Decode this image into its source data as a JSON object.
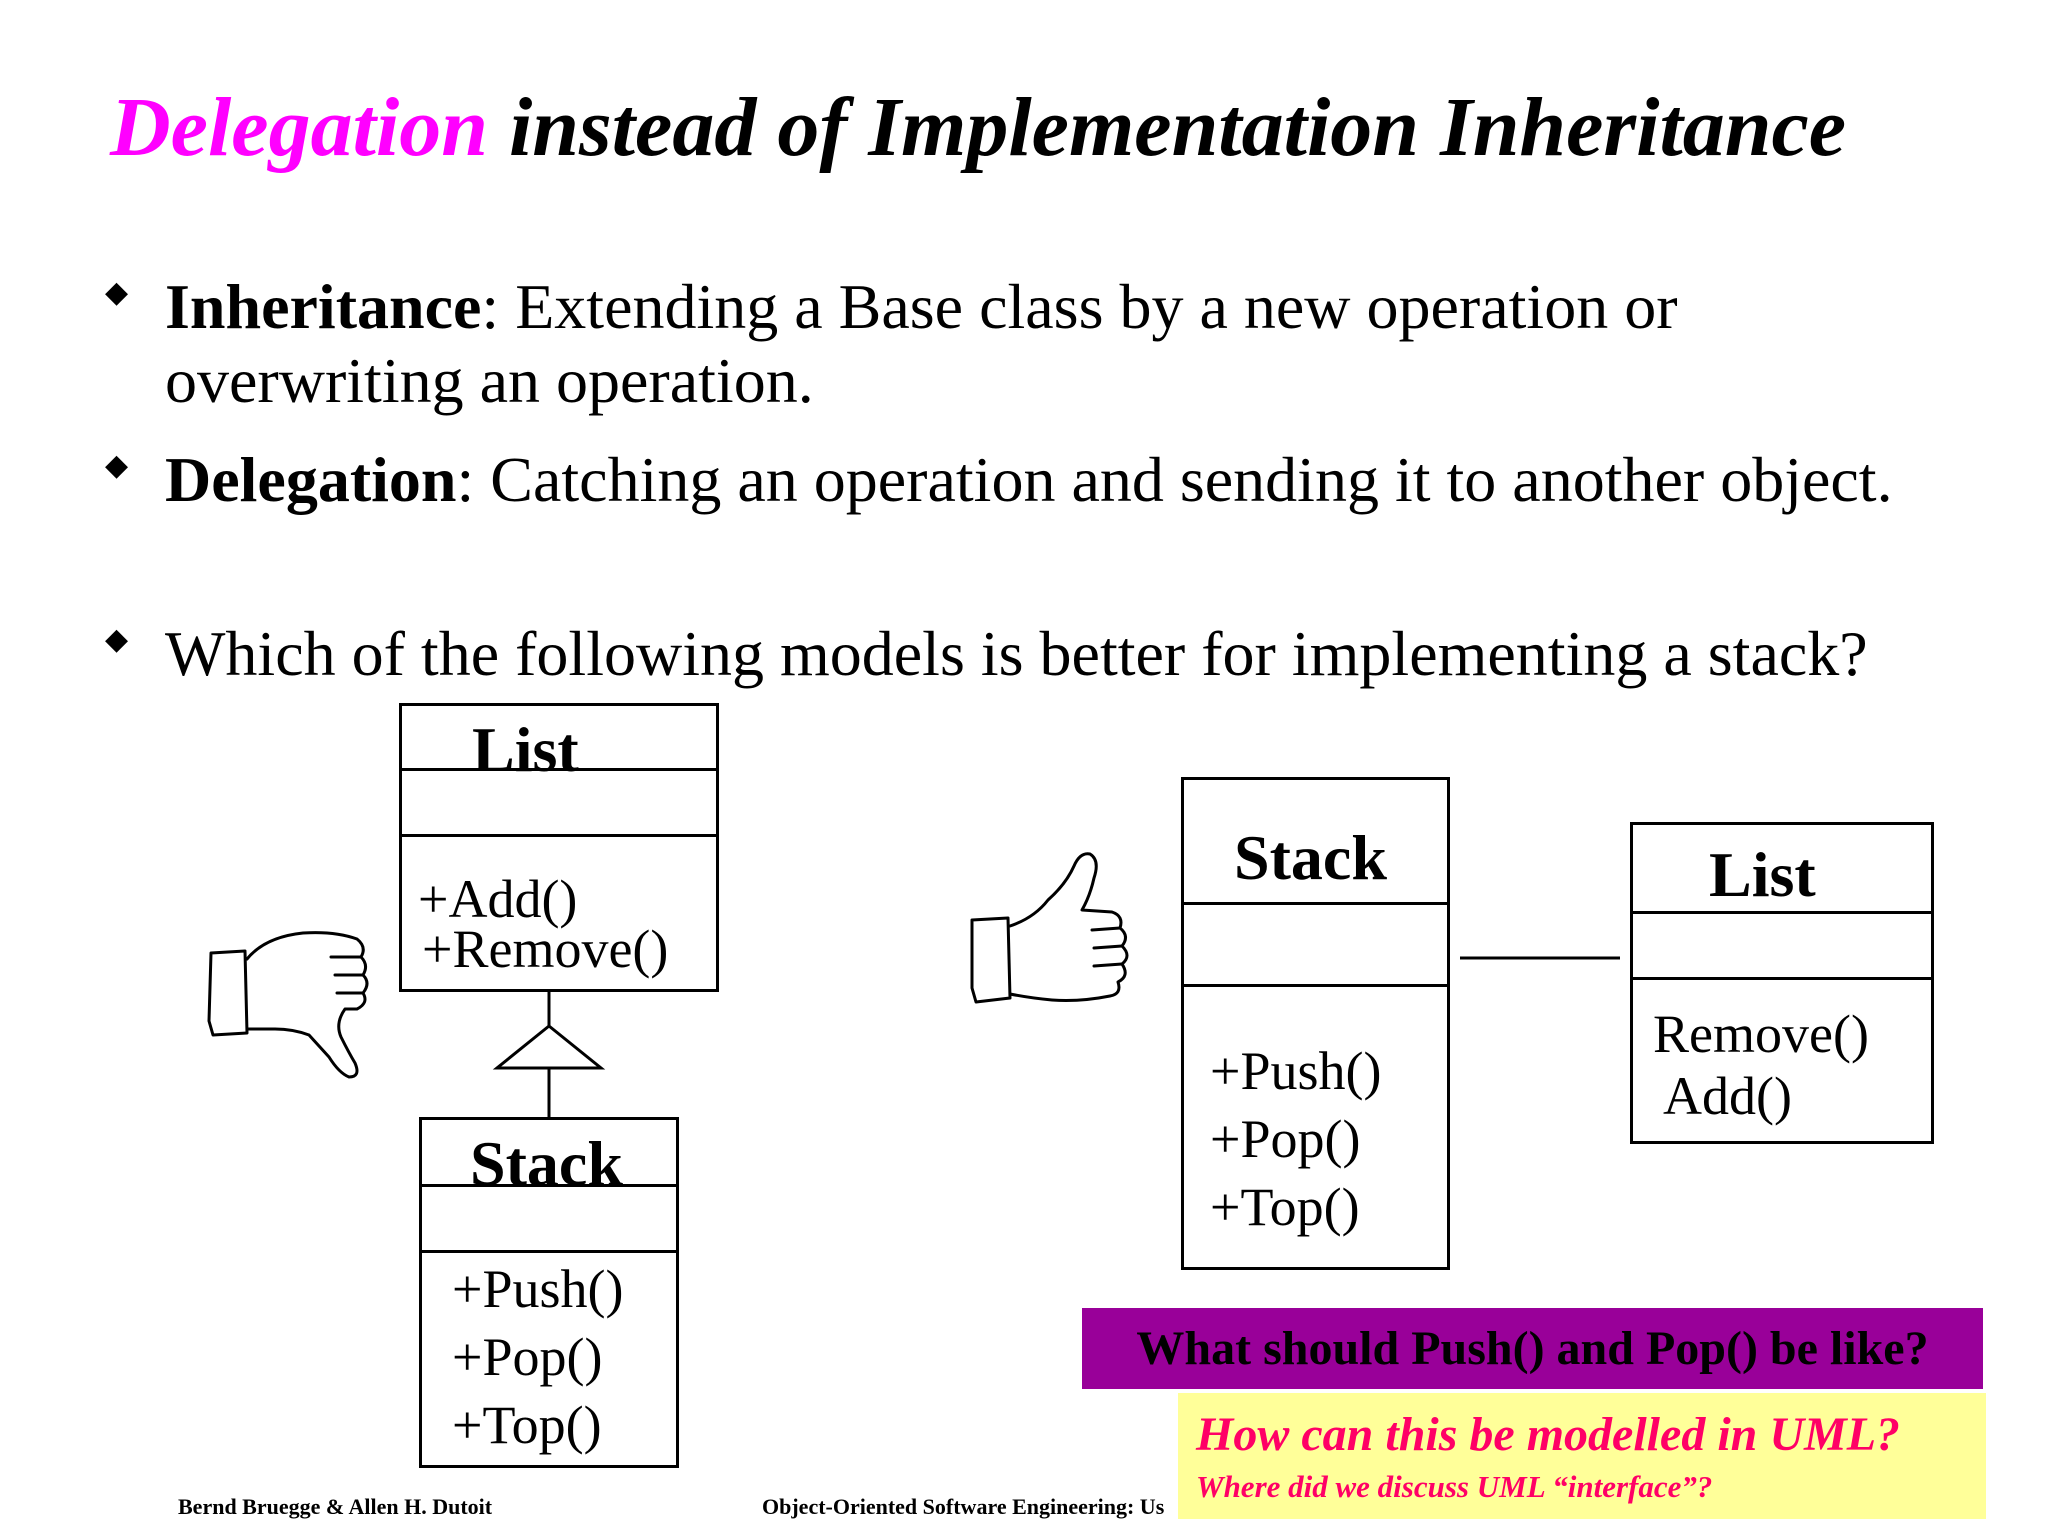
{
  "title": {
    "highlight": "Delegation",
    "rest": "instead of Implementation Inheritance"
  },
  "bullets": [
    {
      "term": "Inheritance",
      "text": ": Extending a Base class by a new operation or overwriting an operation."
    },
    {
      "term": "Delegation",
      "text": ": Catching an operation and sending it to another object."
    },
    {
      "term": "",
      "text": "Which of the following models is better for implementing a stack?"
    }
  ],
  "left_model": {
    "base_class": {
      "name": "List",
      "operations": [
        "+Add()",
        "+Remove()"
      ]
    },
    "sub_class": {
      "name": "Stack",
      "operations": [
        "+Push()",
        "+Pop()",
        "+Top()"
      ]
    }
  },
  "right_model": {
    "class_a": {
      "name": "Stack",
      "operations": [
        "+Push()",
        "+Pop()",
        "+Top()"
      ]
    },
    "class_b": {
      "name": "List",
      "operations": [
        "Remove()",
        "Add()"
      ]
    }
  },
  "icons": {
    "left": "thumbs-down-icon",
    "right": "thumbs-up-icon"
  },
  "callouts": {
    "question_1": "What should Push() and Pop() be like?",
    "question_2": "How can this be modelled in UML?",
    "question_3": "Where did we discuss UML “interface”?"
  },
  "footer": {
    "authors": "Bernd Bruegge & Allen H. Dutoit",
    "book": "Object-Oriented Software Engineering: Us"
  },
  "colors": {
    "title_highlight": "#ff00ff",
    "callout_1_bg": "#990099",
    "callout_2_bg": "#ffff99",
    "callout_2_text": "#ff0066"
  }
}
